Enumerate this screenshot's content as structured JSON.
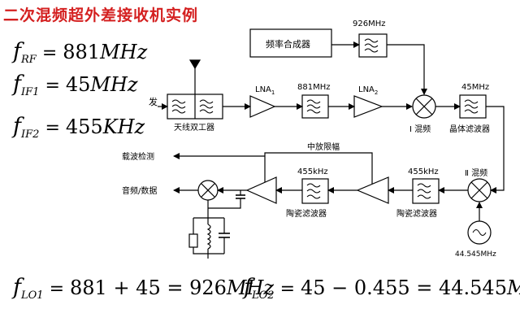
{
  "title": "二次混频超外差接收机实例",
  "equations": {
    "f_rf": {
      "var": "f",
      "sub": "RF",
      "eq": "= ",
      "num": "881",
      "unit": "MHz"
    },
    "f_if1": {
      "var": "f",
      "sub": "IF1",
      "eq": "= ",
      "num": "45",
      "unit": "MHz"
    },
    "f_if2": {
      "var": "f",
      "sub": "IF2",
      "eq": "= ",
      "num": "455",
      "unit": "KHz"
    },
    "f_lo1": {
      "var": "f",
      "sub": "LO1",
      "eq": "= ",
      "num": "881 + 45 = 926",
      "unit": "MHz"
    },
    "f_lo2": {
      "var": "f",
      "sub": "LO2",
      "eq": "= ",
      "num": "45 − 0.455 = 44.545",
      "unit": "MHz"
    }
  },
  "diagram": {
    "synth_label": "频率合成器",
    "f926_label": "926MHz",
    "tx_label": "发",
    "duplexer_label": "天线双工器",
    "lna1_main": "LNA",
    "lna1_sub": "1",
    "f881_label": "881MHz",
    "lna2_main": "LNA",
    "lna2_sub": "2",
    "mixer1_label": "Ⅰ 混频",
    "f45_label": "45MHz",
    "crystal_label": "晶体滤波器",
    "mixer2_label": "Ⅱ 混频",
    "osc_label": "44.545MHz",
    "f455a_label": "455kHz",
    "ceramic_a_label": "陶瓷滤波器",
    "f455b_label": "455kHz",
    "ceramic_b_label": "陶瓷滤波器",
    "agc_label": "中放限幅",
    "carrier_label": "载波检测",
    "audio_label": "音频/数据"
  }
}
